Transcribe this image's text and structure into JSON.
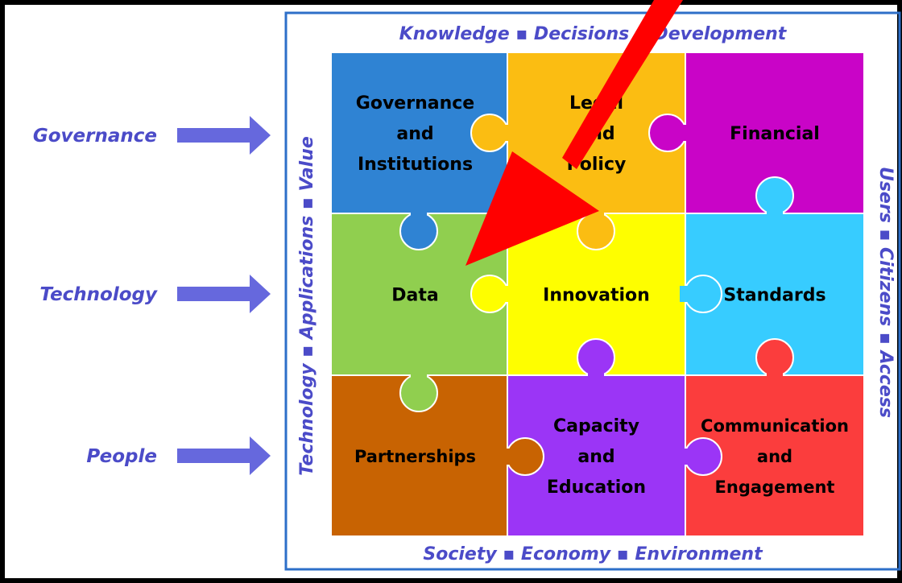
{
  "frame_texts": {
    "top": "Knowledge  ▪  Decisions  ▪  Development",
    "bottom": "Society  ▪  Economy  ▪  Environment",
    "left": "Technology  ▪  Applications  ▪  Value",
    "right": "Users  ▪  Citizens  ▪  Access"
  },
  "inputs": [
    {
      "label": "Governance"
    },
    {
      "label": "Technology"
    },
    {
      "label": "People"
    }
  ],
  "pieces": [
    {
      "lines": [
        "Governance",
        "and",
        "Institutions"
      ],
      "color": "#2f83d3"
    },
    {
      "lines": [
        "Legal",
        "and",
        "Policy"
      ],
      "color": "#fbbd12"
    },
    {
      "lines": [
        "Financial"
      ],
      "color": "#c904c7"
    },
    {
      "lines": [
        "Data"
      ],
      "color": "#90cf4f"
    },
    {
      "lines": [
        "Innovation"
      ],
      "color": "#fefe00"
    },
    {
      "lines": [
        "Standards"
      ],
      "color": "#37ccff"
    },
    {
      "lines": [
        "Partnerships"
      ],
      "color": "#c86302"
    },
    {
      "lines": [
        "Capacity",
        "and",
        "Education"
      ],
      "color": "#9b35f6"
    },
    {
      "lines": [
        "Communication",
        "and",
        "Engagement"
      ],
      "color": "#fb3d3d"
    }
  ],
  "colors": {
    "text_blue": "#4b4bc8",
    "arrow_fill": "#6668dd",
    "frame_blue": "#2d6fc8",
    "pointer_red": "#ff0000"
  }
}
